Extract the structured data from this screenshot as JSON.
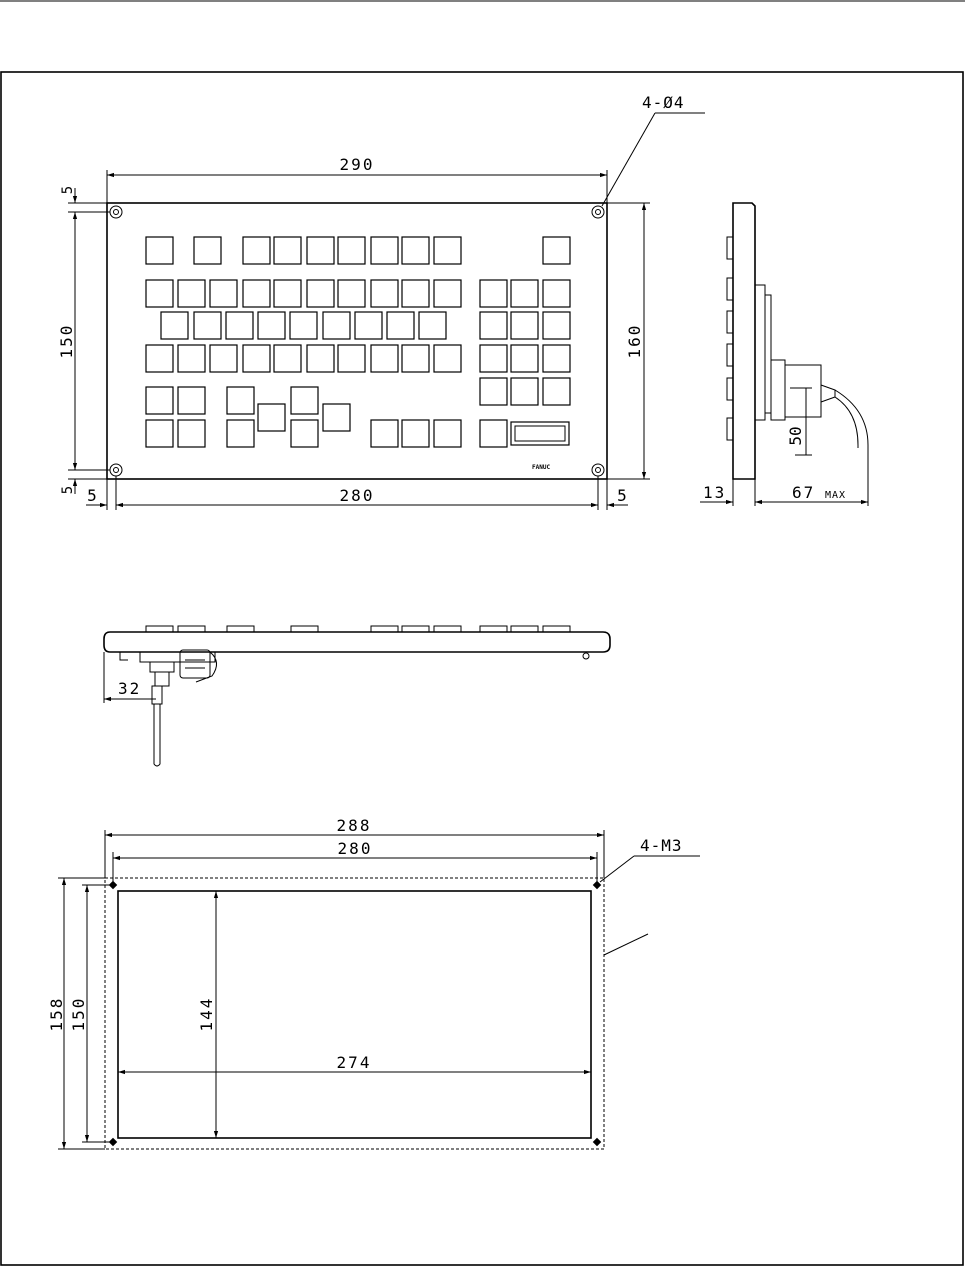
{
  "front_view": {
    "width_290": "290",
    "height_160": "160",
    "height_150": "150",
    "pitch_280": "280",
    "margin_top": "5",
    "margin_bottom": "5",
    "margin_left": "5",
    "margin_right": "5",
    "holes_label": "4-Ø4",
    "brand": "FANUC"
  },
  "side_view": {
    "thickness": "13",
    "depth": "67",
    "depth_suffix": "MAX",
    "connector_height": "50"
  },
  "top_view": {
    "connector_offset": "32"
  },
  "cutout_view": {
    "outer_width": "288",
    "hole_pitch_x": "280",
    "outer_height": "158",
    "hole_pitch_y": "150",
    "inner_height": "144",
    "inner_width": "274",
    "screw_label": "4-M3"
  }
}
